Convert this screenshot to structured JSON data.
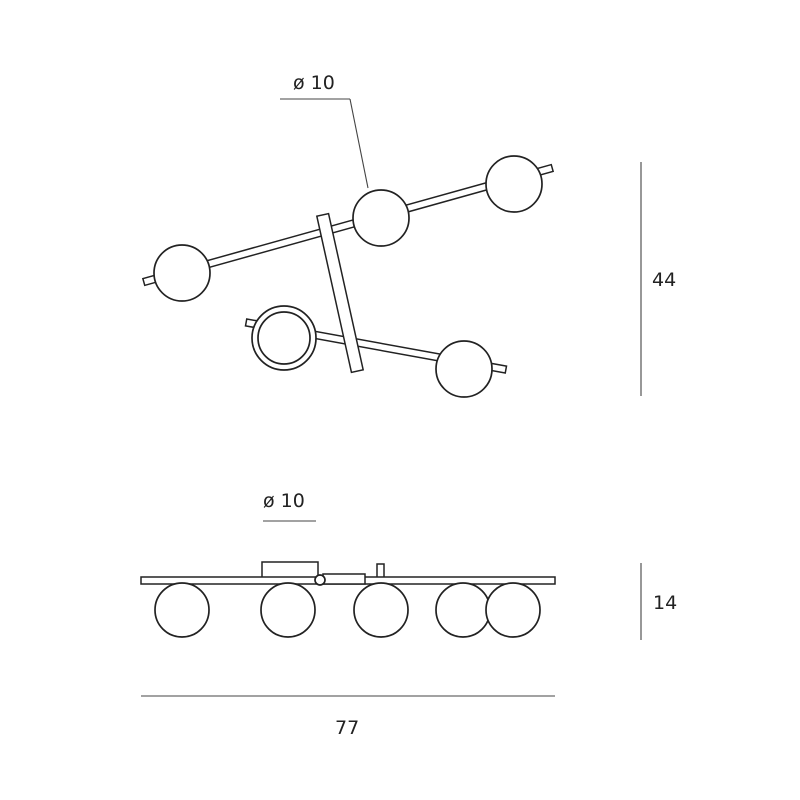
{
  "top_view": {
    "diameter_label": "ø 10",
    "height_label": "44"
  },
  "side_view": {
    "diameter_label": "ø 10",
    "height_label": "14",
    "width_label": "77"
  },
  "colors": {
    "line": "#222222",
    "background": "#ffffff"
  }
}
